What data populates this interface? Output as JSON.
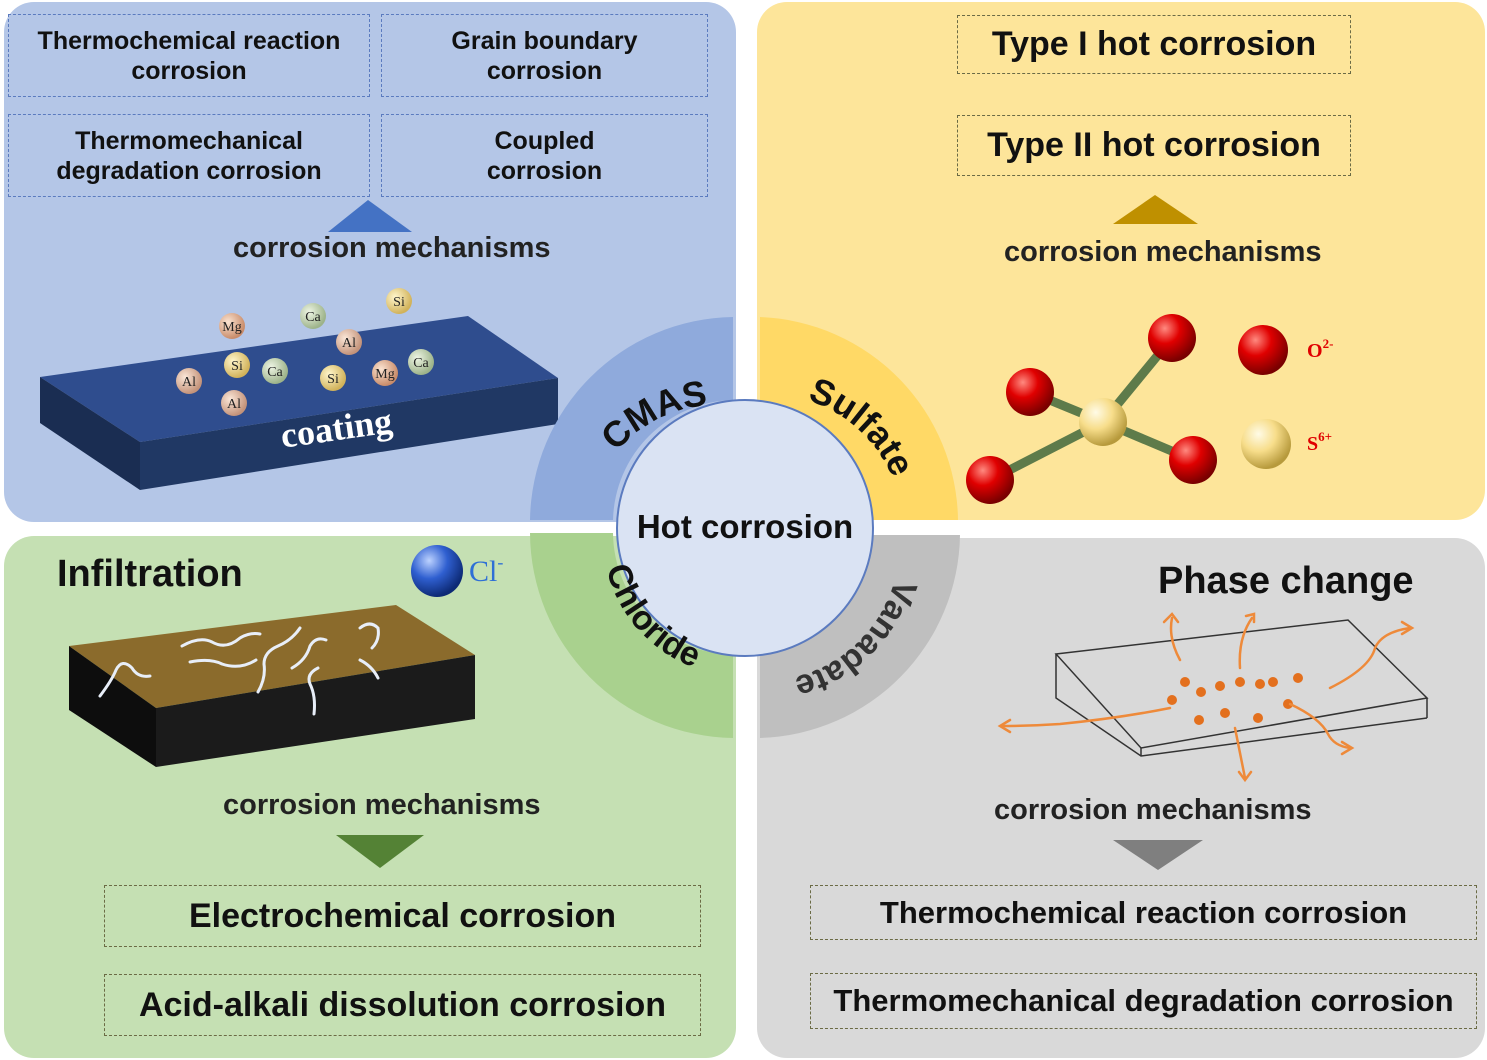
{
  "center": {
    "label": "Hot corrosion"
  },
  "ring": {
    "cmas": "CMAS",
    "sulfate": "Sulfate",
    "chloride": "Chloride",
    "vanadate": "Vanadate"
  },
  "cmas_panel": {
    "boxes": [
      "Thermochemical reaction corrosion",
      "Grain boundary corrosion",
      "Thermomechanical degradation corrosion",
      "Coupled corrosion"
    ],
    "mechanisms": "corrosion mechanisms",
    "coating_label": "coating",
    "particles": [
      "Mg",
      "Ca",
      "Si",
      "Al",
      "Al",
      "Si",
      "Ca",
      "Si",
      "Mg",
      "Ca",
      "Al"
    ]
  },
  "sulfate_panel": {
    "boxes": [
      "Type I hot corrosion",
      "Type II hot corrosion"
    ],
    "mechanisms": "corrosion mechanisms",
    "ion_o": "O",
    "ion_o_charge": "2-",
    "ion_s": "S",
    "ion_s_charge": "6+"
  },
  "chloride_panel": {
    "title": "Infiltration",
    "ion": "Cl",
    "ion_charge": "-",
    "mechanisms": "corrosion mechanisms",
    "boxes": [
      "Electrochemical corrosion",
      "Acid-alkali dissolution corrosion"
    ]
  },
  "vanadate_panel": {
    "title": "Phase change",
    "mechanisms": "corrosion mechanisms",
    "boxes": [
      "Thermochemical reaction corrosion",
      "Thermomechanical degradation corrosion"
    ]
  },
  "colors": {
    "cmas_bg": "#b4c6e7",
    "sulfate_bg": "#fde59a",
    "chloride_bg": "#c5e0b3",
    "vanadate_bg": "#d9d9d9",
    "cmas_ring": "#8faadc",
    "sulfate_ring": "#ffd966",
    "chloride_ring": "#a9d18e",
    "vanadate_ring": "#bfbfbf",
    "center": "#dae3f3"
  }
}
